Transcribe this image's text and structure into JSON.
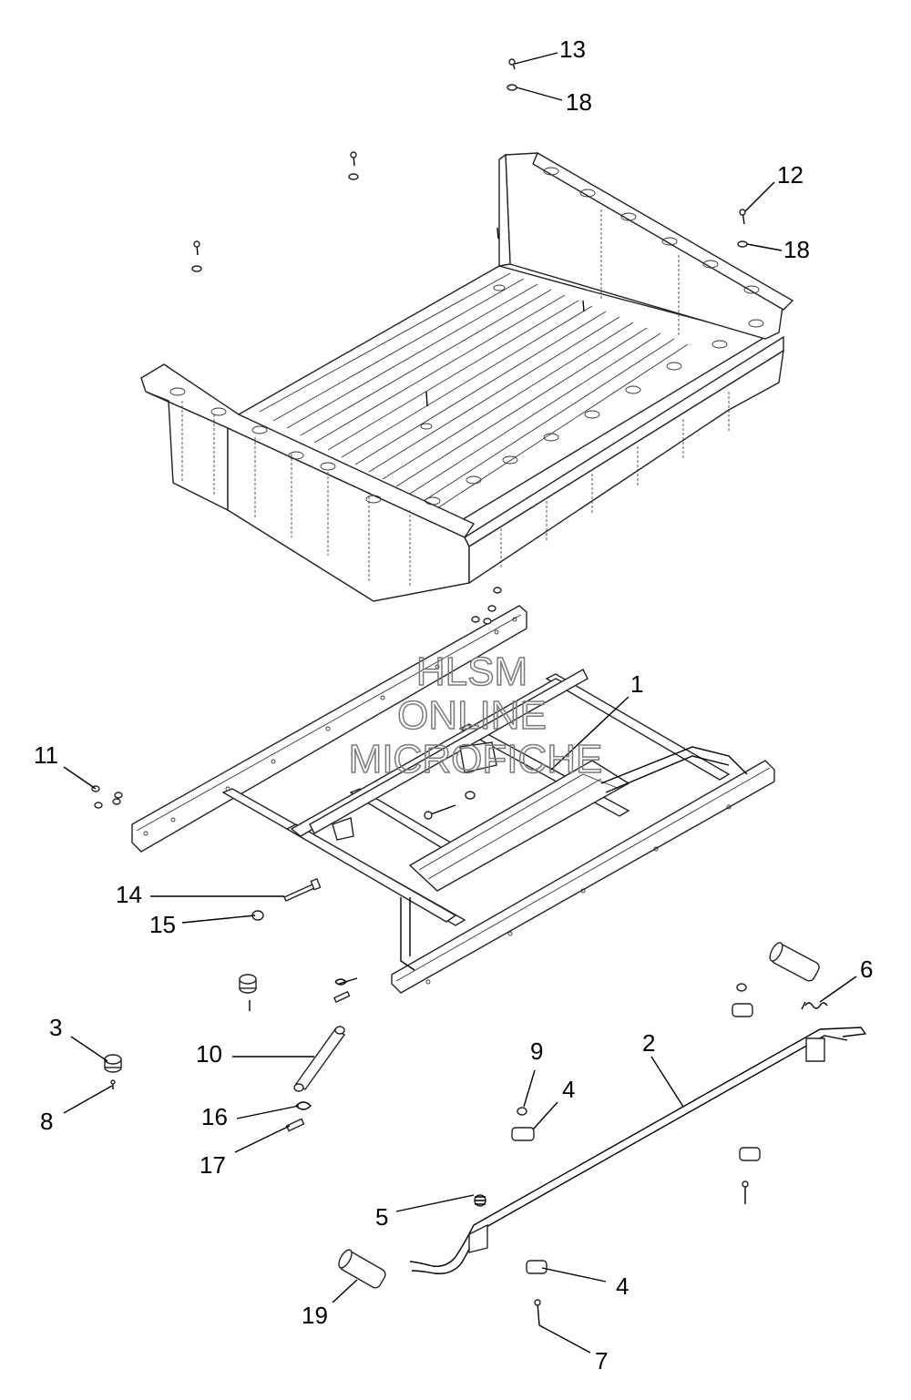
{
  "watermark": {
    "line1": "HLSM",
    "line2": "ONLINE",
    "line3": "MICROFICHE"
  },
  "callouts": [
    {
      "id": "c13",
      "text": "13"
    },
    {
      "id": "c18a",
      "text": "18"
    },
    {
      "id": "c12",
      "text": "12"
    },
    {
      "id": "c18b",
      "text": "18"
    },
    {
      "id": "c1",
      "text": "1"
    },
    {
      "id": "c11",
      "text": "11"
    },
    {
      "id": "c14",
      "text": "14"
    },
    {
      "id": "c15",
      "text": "15"
    },
    {
      "id": "c6",
      "text": "6"
    },
    {
      "id": "c3",
      "text": "3"
    },
    {
      "id": "c10",
      "text": "10"
    },
    {
      "id": "c9",
      "text": "9"
    },
    {
      "id": "c2",
      "text": "2"
    },
    {
      "id": "c4a",
      "text": "4"
    },
    {
      "id": "c8",
      "text": "8"
    },
    {
      "id": "c16",
      "text": "16"
    },
    {
      "id": "c17",
      "text": "17"
    },
    {
      "id": "c5",
      "text": "5"
    },
    {
      "id": "c4b",
      "text": "4"
    },
    {
      "id": "c19",
      "text": "19"
    },
    {
      "id": "c7",
      "text": "7"
    }
  ]
}
